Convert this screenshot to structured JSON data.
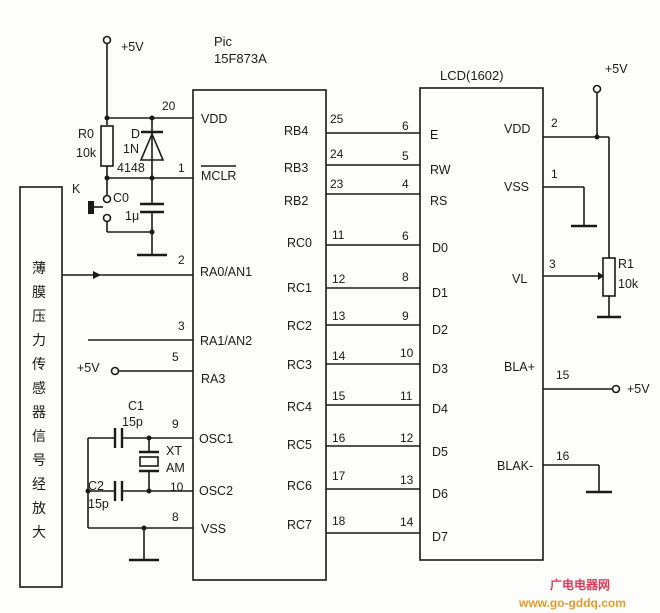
{
  "power": {
    "vcc_top_left": "+5V",
    "vcc_top_right": "+5V",
    "vcc_ra3": "+5V",
    "vcc_bla": "+5V"
  },
  "mcu": {
    "title_line1": "Pic",
    "title_line2": "15F873A",
    "left_pins": [
      {
        "num": "20",
        "name": "VDD"
      },
      {
        "num": "1",
        "name": "MCLR"
      },
      {
        "num": "2",
        "name": "RA0/AN1"
      },
      {
        "num": "3",
        "name": "RA1/AN2"
      },
      {
        "num": "5",
        "name": "RA3"
      },
      {
        "num": "9",
        "name": "OSC1"
      },
      {
        "num": "10",
        "name": "OSC2"
      },
      {
        "num": "8",
        "name": "VSS"
      }
    ],
    "right_pins": [
      {
        "num": "25",
        "name": "RB4"
      },
      {
        "num": "24",
        "name": "RB3"
      },
      {
        "num": "23",
        "name": "RB2"
      },
      {
        "num": "11",
        "name": "RC0"
      },
      {
        "num": "12",
        "name": "RC1"
      },
      {
        "num": "13",
        "name": "RC2"
      },
      {
        "num": "14",
        "name": "RC3"
      },
      {
        "num": "15",
        "name": "RC4"
      },
      {
        "num": "16",
        "name": "RC5"
      },
      {
        "num": "17",
        "name": "RC6"
      },
      {
        "num": "18",
        "name": "RC7"
      }
    ]
  },
  "lcd": {
    "title": "LCD(1602)",
    "left_pins": [
      {
        "num": "6",
        "name": "E"
      },
      {
        "num": "5",
        "name": "RW"
      },
      {
        "num": "4",
        "name": "RS"
      },
      {
        "num": "6",
        "name": "D0"
      },
      {
        "num": "8",
        "name": "D1"
      },
      {
        "num": "9",
        "name": "D2"
      },
      {
        "num": "10",
        "name": "D3"
      },
      {
        "num": "11",
        "name": "D4"
      },
      {
        "num": "12",
        "name": "D5"
      },
      {
        "num": "13",
        "name": "D6"
      },
      {
        "num": "14",
        "name": "D7"
      }
    ],
    "right_pins": [
      {
        "num": "2",
        "name": "VDD"
      },
      {
        "num": "1",
        "name": "VSS"
      },
      {
        "num": "3",
        "name": "VL"
      },
      {
        "num": "15",
        "name": "BLA+"
      },
      {
        "num": "16",
        "name": "BLAK-"
      }
    ]
  },
  "components": {
    "r0_name": "R0",
    "r0_value": "10k",
    "d_name": "D",
    "d_part_1": "1N",
    "d_part_2": "4148",
    "k_name": "K",
    "c0_name": "C0",
    "c0_value": "1μ",
    "c1_name": "C1",
    "c1_value": "15p",
    "c2_name": "C2",
    "c2_value": "15p",
    "xtal_1": "XT",
    "xtal_2": "AM",
    "r1_name": "R1",
    "r1_value": "10k"
  },
  "sensor": {
    "chars": [
      "薄",
      "膜",
      "压",
      "力",
      "传",
      "感",
      "器",
      "信",
      "号",
      "经",
      "放",
      "大"
    ]
  },
  "watermark": {
    "brand": "广电电器网",
    "url": "www.go-gddq.com"
  }
}
